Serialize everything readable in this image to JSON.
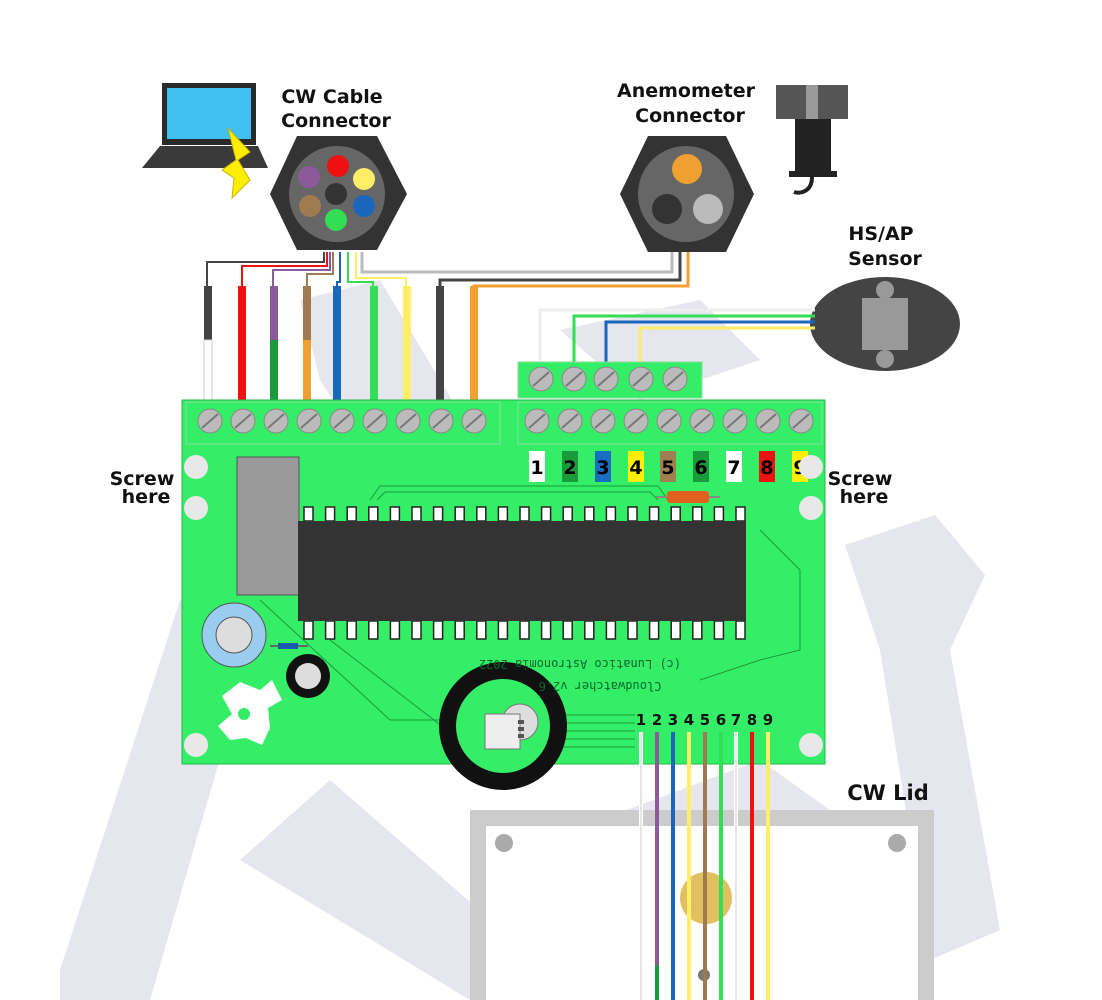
{
  "labels": {
    "cw_cable_line1": "CW Cable",
    "cw_cable_line2": "Connector",
    "anemometer_line1": "Anemometer",
    "anemometer_line2": "Connector",
    "hsap_line1": "HS/AP",
    "hsap_line2": "Sensor",
    "screw_left_line1": "Screw",
    "screw_left_line2": "here",
    "screw_right_line1": "Screw",
    "screw_right_line2": "here",
    "cw_lid": "CW Lid"
  },
  "pcb": {
    "text_line1": "(c) Lunatico Astronomia 2022",
    "text_line2": "Cloudwatcher v2.6"
  },
  "terminals": [
    {
      "num": "1",
      "bg": "#ffffff",
      "fg": "#000000"
    },
    {
      "num": "2",
      "bg": "#1a9a3a",
      "fg": "#000000"
    },
    {
      "num": "3",
      "bg": "#1a6ec2",
      "fg": "#000000"
    },
    {
      "num": "4",
      "bg": "#ffee00",
      "fg": "#000000"
    },
    {
      "num": "5",
      "bg": "#a08050",
      "fg": "#000000"
    },
    {
      "num": "6",
      "bg": "#1a9a3a",
      "fg": "#000000"
    },
    {
      "num": "7",
      "bg": "#ffffff",
      "fg": "#000000"
    },
    {
      "num": "8",
      "bg": "#ee1111",
      "fg": "#000000"
    },
    {
      "num": "9",
      "bg": "#ffee00",
      "fg": "#000000"
    }
  ],
  "wire_numbers": [
    "1",
    "2",
    "3",
    "4",
    "5",
    "6",
    "7",
    "8",
    "9"
  ],
  "colors": {
    "pcb": "#33ee66",
    "chip": "#333333",
    "black": "#444444",
    "red": "#ee1111",
    "purple": "#8a5a9a",
    "brown": "#a07a50",
    "blue": "#1a66bb",
    "green": "#33dd55",
    "yellow": "#ffee66",
    "orange": "#f0a030",
    "gray": "#bbbbbb"
  }
}
